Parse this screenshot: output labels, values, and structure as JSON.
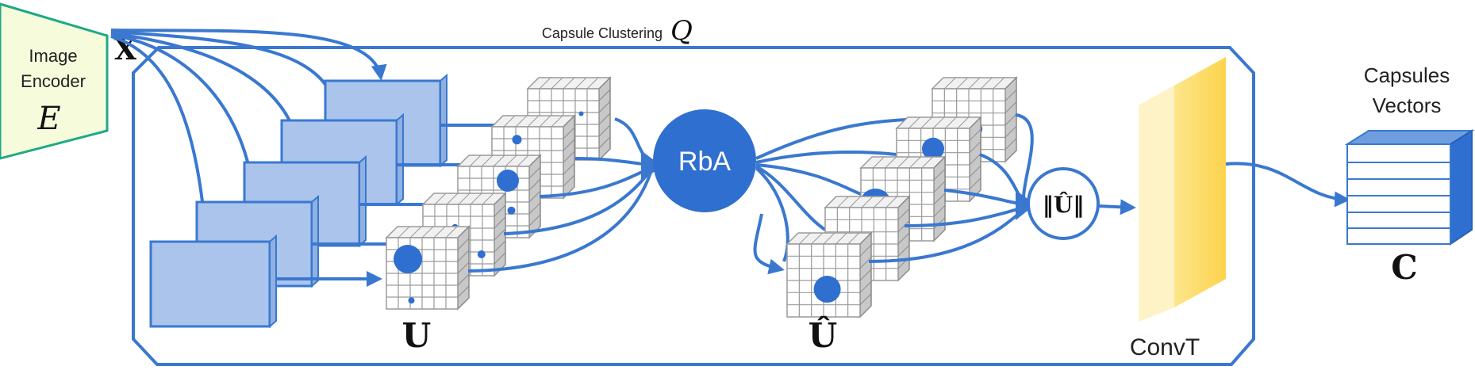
{
  "encoder": {
    "line1": "Image",
    "line2": "Encoder",
    "symbol": "E"
  },
  "input_label": "X",
  "clustering": {
    "label": "Capsule Clustering",
    "symbol": "Q"
  },
  "capsules_u": {
    "label": "U"
  },
  "rba": {
    "label": "RbA"
  },
  "capsules_u_hat": {
    "label": "Û"
  },
  "norm": {
    "label": "‖Û‖"
  },
  "convt": {
    "label": "ConvT"
  },
  "output": {
    "title_line1": "Capsules",
    "title_line2": "Vectors",
    "symbol": "C"
  },
  "colors": {
    "accent": "#3a78d0",
    "rba_fill": "#2f6fcf",
    "encoder_fill": "#f6fbdc",
    "encoder_stroke": "#1daa86",
    "convt_yellow": "#fcd34d"
  }
}
